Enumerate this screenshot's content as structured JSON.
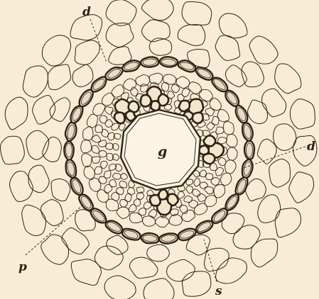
{
  "figure": {
    "labels": {
      "d_top": "d",
      "d_right": "d",
      "g": "g",
      "p": "p",
      "s": "s"
    },
    "colors": {
      "background": "#f8ecd6",
      "ink": "#2a2418",
      "thick_wall_fill": "#e9dcc2"
    }
  }
}
